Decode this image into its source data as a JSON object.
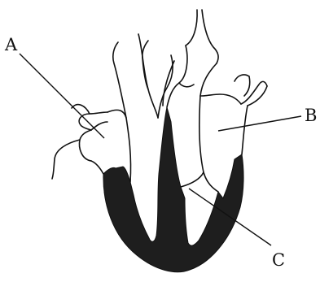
{
  "diagram": {
    "labels": {
      "a": "A",
      "b": "B",
      "c": "C"
    },
    "colors": {
      "ink": "#111111",
      "muscle": "#1e1e1e",
      "background": "#ffffff"
    }
  }
}
